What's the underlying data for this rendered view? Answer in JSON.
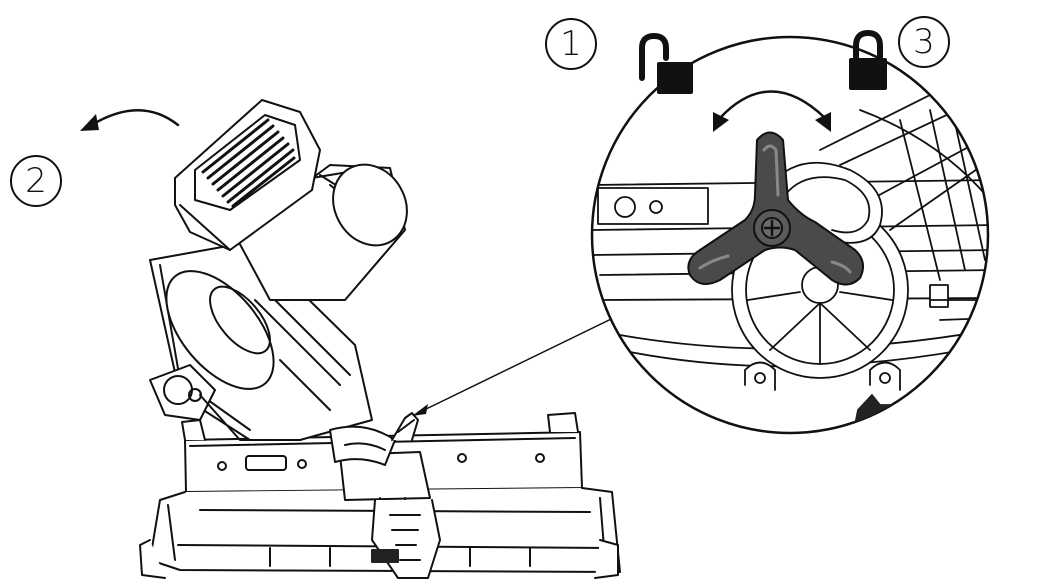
{
  "steps": [
    {
      "number": "1",
      "icon": "unlock-icon"
    },
    {
      "number": "2",
      "icon": "curved-arrow-left-icon"
    },
    {
      "number": "3",
      "icon": "lock-icon"
    }
  ],
  "colors": {
    "line": "#111111",
    "knob": "#4a4a4a",
    "lock": "#111111",
    "background": "#ffffff"
  }
}
